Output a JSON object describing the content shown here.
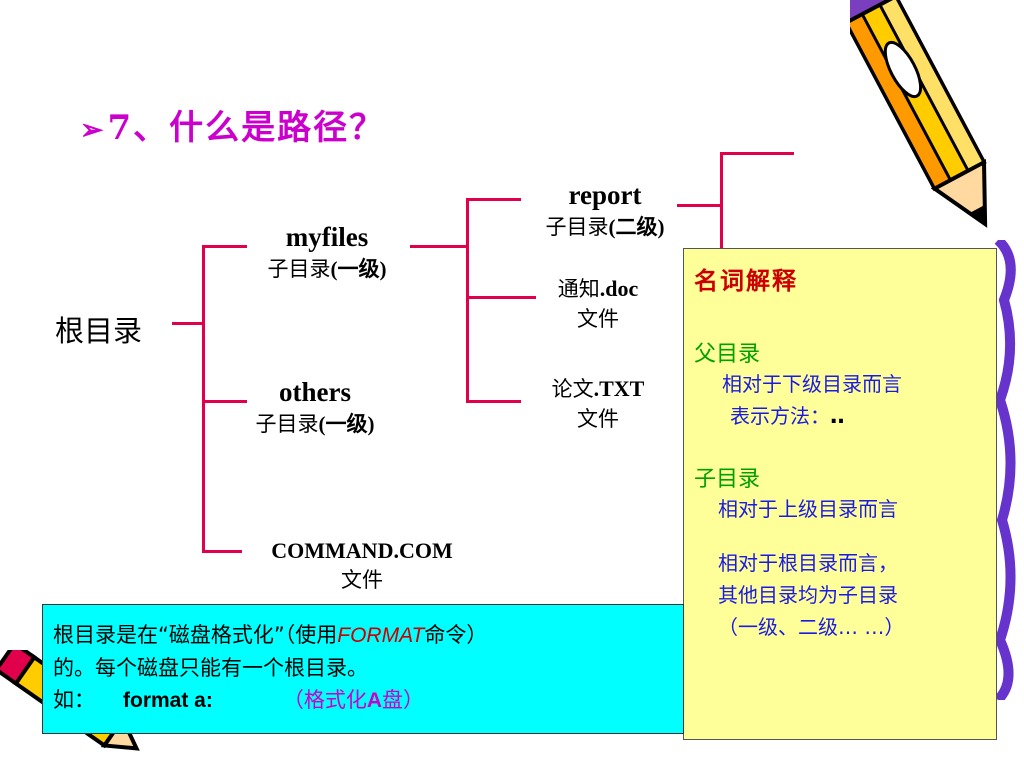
{
  "title": {
    "bullet": "➢",
    "text": "7、什么是路径？"
  },
  "tree": {
    "root": "根目录",
    "myfiles": {
      "name": "myfiles",
      "type_prefix": "子目录",
      "type_suffix": "(一级)"
    },
    "others": {
      "name": "others",
      "type_prefix": "子目录",
      "type_suffix": "(一级)"
    },
    "command": {
      "name": "COMMAND.COM",
      "type": "文件"
    },
    "report": {
      "name": "report",
      "type_prefix": "子目录",
      "type_suffix": "(二级)"
    },
    "notice": {
      "name_cn": "通知",
      "name_ext": ".doc",
      "type": "文件"
    },
    "paper": {
      "name_cn": "论文",
      "name_ext": ".TXT",
      "type": "文件"
    }
  },
  "glossary": {
    "title": "名词解释",
    "parent_term": "父目录",
    "parent_desc1": "相对于下级目录而言",
    "parent_desc2": "表示方法：",
    "parent_dots": "‥",
    "child_term": "子目录",
    "child_desc1": "相对于上级目录而言",
    "child_desc2": "相对于根目录而言，",
    "child_desc3": "其他目录均为子目录",
    "child_desc4": "（一级、二级… …）"
  },
  "infobox": {
    "line1_a": "根目录是在“磁盘格式化”（使用",
    "line1_fmt": "FORMAT",
    "line1_b": "命令）",
    "line2": "的。每个磁盘只能有一个根目录。",
    "line3_label": "如：",
    "line3_cmd": "format  a:",
    "line3_note_a": "（格式化",
    "line3_note_b": "A",
    "line3_note_c": "盘）"
  },
  "colors": {
    "title": "#cc00cc",
    "tree_lines": "#e0004c",
    "glossary_bg": "#ffff99",
    "glossary_title": "#cc0000",
    "glossary_term": "#00a000",
    "glossary_desc": "#1a1ae6",
    "infobox_bg": "#00ffff"
  },
  "decorations": [
    "pencil-icon-top-right",
    "pencil-icon-bottom-left"
  ]
}
